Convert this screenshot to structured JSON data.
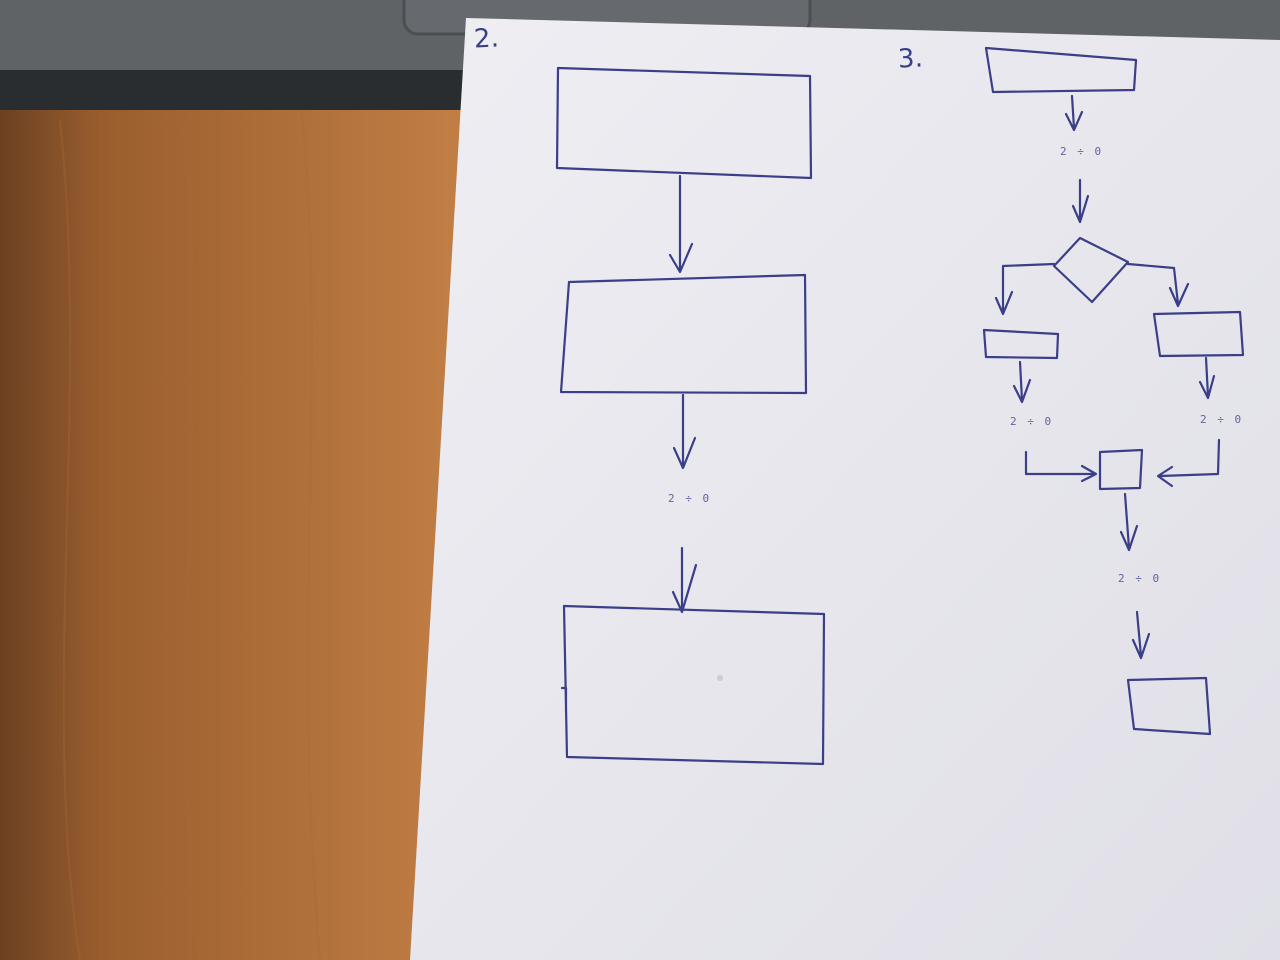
{
  "colors": {
    "desk": "#b9773e",
    "desk_dark": "#6b4122",
    "laptop": "#5f6366",
    "paper": "#e9e8ef",
    "ink": "#3a3f88"
  },
  "diagram_2": {
    "number": "2.",
    "connector_label": "2 ÷ 0"
  },
  "diagram_3": {
    "number": "3.",
    "connector_label_top": "2 ÷ 0",
    "connector_label_left": "2 ÷ 0",
    "connector_label_right": "2 ÷ 0",
    "connector_label_bottom": "2 ÷ 0"
  }
}
